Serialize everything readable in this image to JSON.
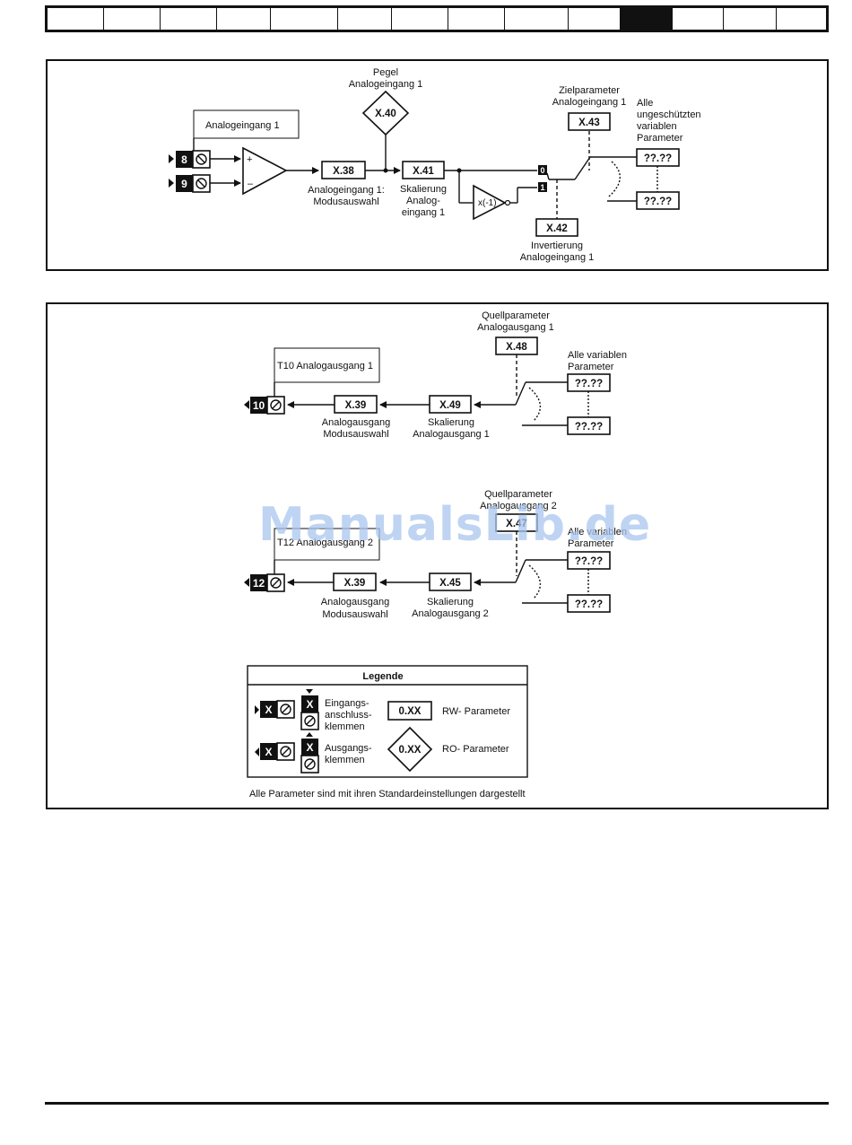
{
  "header_tabs": {
    "count": 14,
    "active_index": 10
  },
  "diagram1": {
    "terminal_in_a": "8",
    "terminal_in_b": "9",
    "analog_input_label": "Analogeingang 1",
    "amp_plus": "+",
    "amp_minus": "–",
    "p_x38": "X.38",
    "p_x38_cap1": "Analogeingang 1:",
    "p_x38_cap2": "Modusauswahl",
    "level_cap1": "Pegel",
    "level_cap2": "Analogeingang 1",
    "p_x40": "X.40",
    "p_x41": "X.41",
    "p_x41_cap1": "Skalierung",
    "p_x41_cap2": "Analog-",
    "p_x41_cap3": "eingang 1",
    "inverter": "x(-1)",
    "sw0": "0",
    "sw1": "1",
    "p_x42": "X.42",
    "p_x42_cap1": "Invertierung",
    "p_x42_cap2": "Analogeingang 1",
    "target_cap1": "Zielparameter",
    "target_cap2": "Analogeingang 1",
    "p_x43": "X.43",
    "dest_cap1": "Alle",
    "dest_cap2": "ungeschützten",
    "dest_cap3": "variablen",
    "dest_cap4": "Parameter",
    "dest_a": "??.??",
    "dest_b": "??.??"
  },
  "diagram2": {
    "out1": {
      "src_cap1": "Quellparameter",
      "src_cap2": "Analogausgang 1",
      "p_src": "X.48",
      "all_cap1": "Alle variablen",
      "all_cap2": "Parameter",
      "p_a": "??.??",
      "p_b": "??.??",
      "p_scale": "X.49",
      "scale_cap1": "Skalierung",
      "scale_cap2": "Analogausgang 1",
      "p_mode": "X.39",
      "mode_cap1": "Analogausgang",
      "mode_cap2": "Modusauswahl",
      "terminal": "10",
      "terminal_label": "T10 Analogausgang 1"
    },
    "out2": {
      "src_cap1": "Quellparameter",
      "src_cap2": "Analogausgang 2",
      "p_src": "X.47",
      "all_cap1": "Alle variablen",
      "all_cap2": "Parameter",
      "p_a": "??.??",
      "p_b": "??.??",
      "p_scale": "X.45",
      "scale_cap1": "Skalierung",
      "scale_cap2": "Analogausgang 2",
      "p_mode": "X.39",
      "mode_cap1": "Analogausgang",
      "mode_cap2": "Modusauswahl",
      "terminal": "12",
      "terminal_label": "T12 Analogausgang 2"
    },
    "legend": {
      "title": "Legende",
      "term_x": "X",
      "in_cap1": "Eingangs-",
      "in_cap2": "anschluss-",
      "in_cap3": "klemmen",
      "out_cap1": "Ausgangs-",
      "out_cap2": "klemmen",
      "rw_box": "0.XX",
      "rw_label": "RW- Parameter",
      "ro_box": "0.XX",
      "ro_label": "RO- Parameter"
    },
    "footnote": "Alle Parameter sind mit ihren Standardeinstellungen dargestellt"
  },
  "watermark": "ManualsLib.de"
}
